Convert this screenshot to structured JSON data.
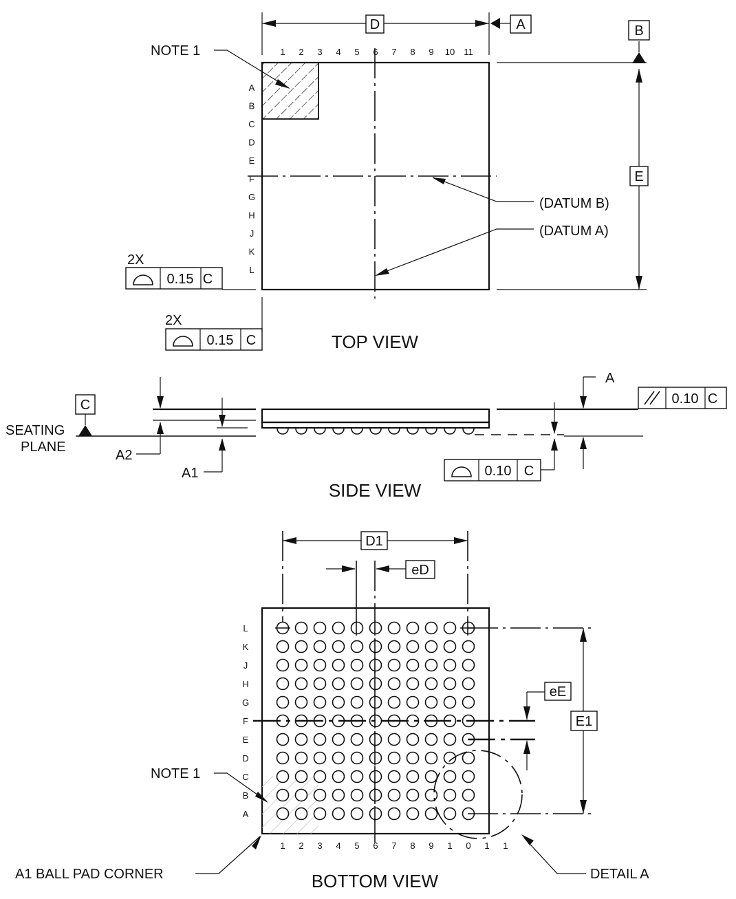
{
  "views": {
    "top": "TOP VIEW",
    "side": "SIDE VIEW",
    "bottom": "BOTTOM VIEW"
  },
  "dimensions": {
    "D": "D",
    "E": "E",
    "D1": "D1",
    "E1": "E1",
    "eD": "eD",
    "eE": "eE",
    "A": "A",
    "A1": "A1",
    "A2": "A2"
  },
  "datums": {
    "A": "A",
    "B": "B",
    "C": "C"
  },
  "notes": {
    "note1_top": "NOTE 1",
    "note1_bottom": "NOTE 1",
    "datum_b": "(DATUM B)",
    "datum_a": "(DATUM A)",
    "seating_1": "SEATING",
    "seating_2": "PLANE",
    "a1_corner": "A1 BALL PAD CORNER",
    "detail_a": "DETAIL A"
  },
  "tolerance_frames": {
    "profile_1": {
      "mult": "2X",
      "value": "0.15",
      "datum": "C"
    },
    "profile_2": {
      "mult": "2X",
      "value": "0.15",
      "datum": "C"
    },
    "parallel": {
      "value": "0.10",
      "datum": "C"
    },
    "coplanar": {
      "value": "0.10",
      "datum": "C"
    }
  },
  "top_columns": [
    "1",
    "2",
    "3",
    "4",
    "5",
    "6",
    "7",
    "8",
    "9",
    "10",
    "11"
  ],
  "top_rows": [
    "A",
    "B",
    "C",
    "D",
    "E",
    "F",
    "G",
    "H",
    "J",
    "K",
    "L"
  ],
  "bottom_columns": [
    "1",
    "2",
    "3",
    "4",
    "5",
    "6",
    "7",
    "8",
    "9",
    "1",
    "0",
    "1",
    "1"
  ],
  "bottom_rows": [
    "L",
    "K",
    "J",
    "H",
    "G",
    "F",
    "E",
    "D",
    "C",
    "B",
    "A"
  ]
}
